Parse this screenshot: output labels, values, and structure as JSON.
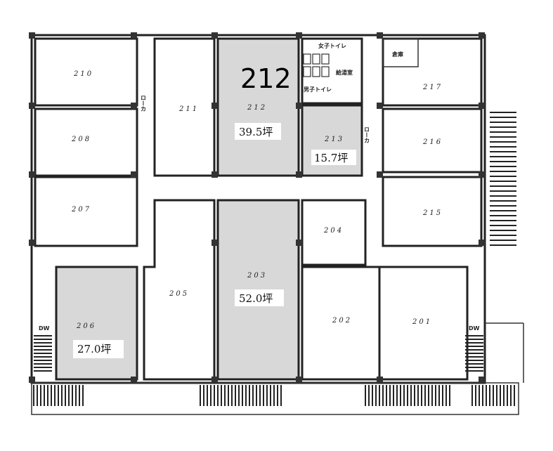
{
  "plan": {
    "highlight_label": "212",
    "rooms": [
      {
        "id": "210",
        "area": ""
      },
      {
        "id": "208",
        "area": ""
      },
      {
        "id": "207",
        "area": ""
      },
      {
        "id": "211",
        "area": ""
      },
      {
        "id": "212",
        "area": "39.5坪"
      },
      {
        "id": "213",
        "area": "15.7坪"
      },
      {
        "id": "217",
        "area": ""
      },
      {
        "id": "216",
        "area": ""
      },
      {
        "id": "215",
        "area": ""
      },
      {
        "id": "204",
        "area": ""
      },
      {
        "id": "203",
        "area": "52.0坪"
      },
      {
        "id": "205",
        "area": ""
      },
      {
        "id": "206",
        "area": "27.0坪"
      },
      {
        "id": "202",
        "area": ""
      },
      {
        "id": "201",
        "area": ""
      }
    ],
    "facilities": {
      "womens_toilet": "女子トイレ",
      "mens_toilet": "男子トイレ",
      "kitchenette": "給湯室",
      "storage": "倉庫",
      "corridor": "ローカ",
      "dumbwaiter": "DW"
    },
    "colors": {
      "shaded": "#d8d8d8",
      "wall": "#222222"
    }
  }
}
